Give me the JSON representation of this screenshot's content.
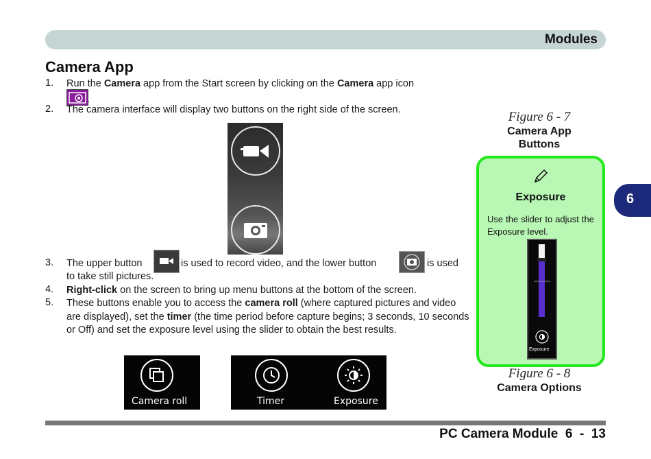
{
  "header": {
    "title": "Modules"
  },
  "chapter_tab": "6",
  "section_title": "Camera App",
  "steps": [
    {
      "num": "1.",
      "pre": "Run the ",
      "b1": "Camera",
      "mid": " app from the Start screen by clicking on the ",
      "b2": "Camera",
      "post": " app icon",
      "after_icon": "."
    },
    {
      "num": "2.",
      "text": "The camera interface will display two buttons on the right side of the screen."
    },
    {
      "num": "3.",
      "a": "The upper button",
      "b": "is used to record video, and the lower button",
      "c": "is used",
      "d": "to take still pictures."
    },
    {
      "num": "4.",
      "bold": "Right-click",
      "rest": " on the screen to bring up menu buttons at the bottom of the screen."
    },
    {
      "num": "5.",
      "t1": "These buttons enable you to access the ",
      "b1": "camera roll",
      "t2": " (where captured pictures and video are displayed), set the ",
      "b2": "timer",
      "t3": " (the time period before capture begins; 3 seconds, 10 seconds or Off) and set the exposure level using the slider to obtain the best results."
    }
  ],
  "menu_buttons": {
    "camera_roll": "Camera roll",
    "timer": "Timer",
    "exposure": "Exposure"
  },
  "figure1": {
    "number": "Figure 6 - 7",
    "title_line1": "Camera App",
    "title_line2": "Buttons"
  },
  "callout": {
    "title": "Exposure",
    "text": "Use the slider to adjust the Exposure level.",
    "slider_label": "Exposure"
  },
  "figure2": {
    "number": "Figure 6 - 8",
    "title": "Camera Options"
  },
  "footer": {
    "text": "PC Camera Module  6  -  13"
  }
}
